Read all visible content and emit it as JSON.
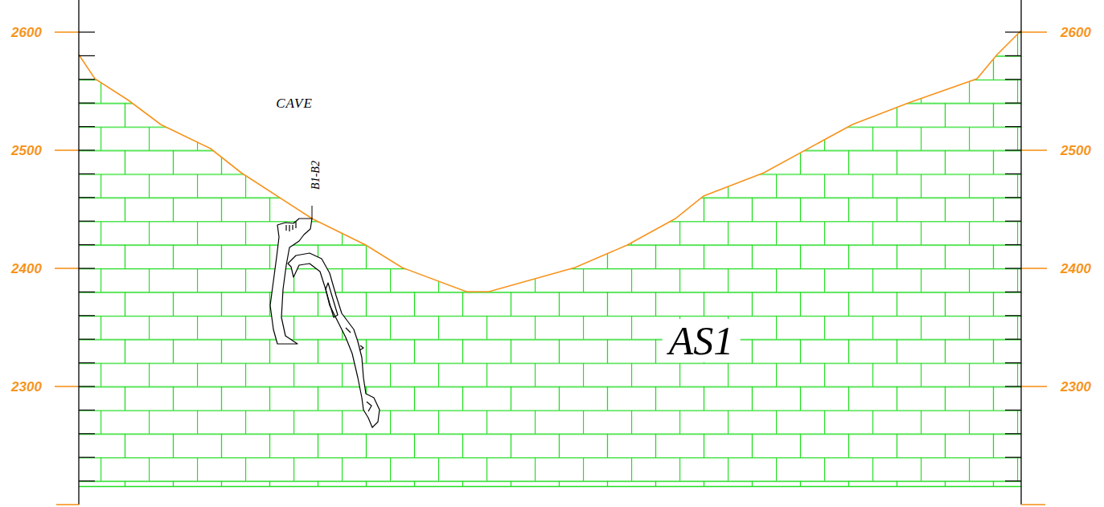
{
  "diagram": {
    "labels": [
      "2600",
      "2600",
      "CAVE",
      "B1-B2",
      "2500",
      "2500",
      "2400",
      "2400",
      "AS1",
      "2300",
      "2300"
    ]
  }
}
